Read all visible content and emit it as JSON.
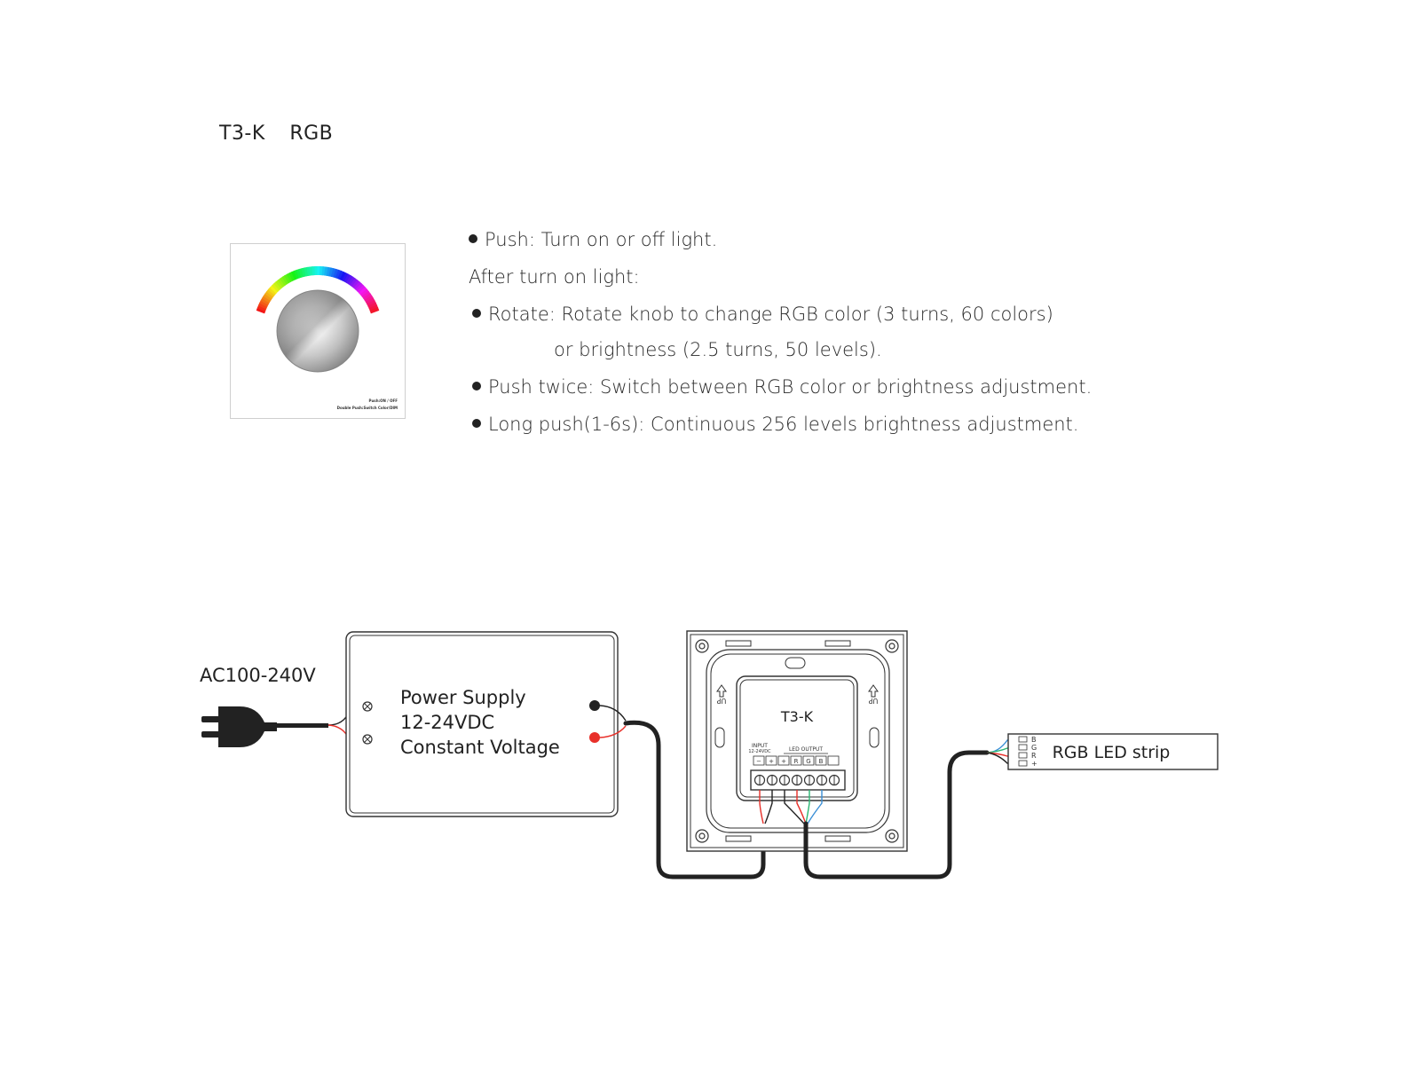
{
  "header": {
    "model": "T3-K",
    "variant": "RGB"
  },
  "product_image": {
    "caption_line1": "Push:ON / OFF",
    "caption_line2": "Double Push:Switch Color/DIM",
    "icons": [
      "rotary-knob-icon",
      "rgb-color-arc-icon"
    ]
  },
  "instructions": {
    "items": [
      {
        "bullet": true,
        "text": "Push: Turn on or off light."
      },
      {
        "bullet": false,
        "text": "After turn on light:"
      },
      {
        "bullet": true,
        "text": "Rotate: Rotate knob to change RGB color (3 turns, 60 colors)"
      },
      {
        "bullet": false,
        "text": "or brightness (2.5 turns, 50 levels)."
      },
      {
        "bullet": true,
        "text": "Push twice: Switch between RGB color or brightness adjustment."
      },
      {
        "bullet": true,
        "text": "Long push(1-6s): Continuous 256 levels brightness adjustment."
      }
    ]
  },
  "wiring": {
    "ac_label": "AC100-240V",
    "power_supply": {
      "line1": "Power Supply",
      "line2": "12-24VDC",
      "line3": "Constant Voltage"
    },
    "controller": {
      "name": "T3-K",
      "input_label": "INPUT",
      "input_voltage": "12-24VDC",
      "output_label": "LED OUTPUT",
      "terminals": [
        "−",
        "+",
        "+",
        "R",
        "G",
        "B",
        ""
      ],
      "up_label": "UP"
    },
    "led_strip": {
      "label": "RGB LED strip",
      "pins": [
        "B",
        "G",
        "R",
        "+"
      ]
    },
    "colors": {
      "red": "#e8302a",
      "green": "#2bb673",
      "blue": "#3a8fd6",
      "cable": "#222222",
      "black": "#111111"
    }
  }
}
